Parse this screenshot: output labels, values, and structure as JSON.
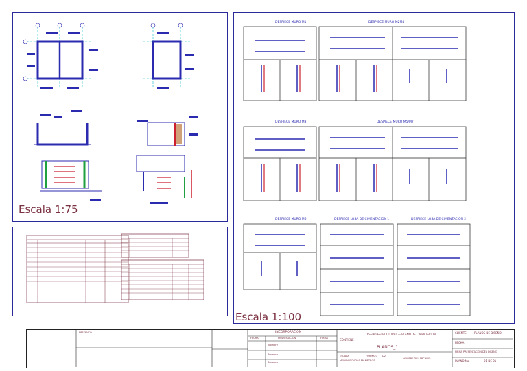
{
  "scales": {
    "left": "Escala 1:75",
    "right": "Escala 1:100"
  },
  "detail_titles": {
    "m1": "DESPIECE MURO M1",
    "m2m4": "DESPIECE MURO M2M4",
    "m3": "DESPIECE MURO M3",
    "m5m7": "DESPIECE MURO M5/M7",
    "m6": "DESPIECE MURO M6",
    "losa1": "DESPIECE LOSA DE CIMENTACION 1",
    "losa2": "DESPIECE LOSA DE CIMENTACION 2"
  },
  "title_block": {
    "incorporacion": "INCORPORACION",
    "col_fecha": "FECHA",
    "col_modificacion": "MODIFICACION",
    "col_firma": "FIRMA",
    "row_label": "Nombre",
    "contiene": "CONTIENE",
    "plan_title": "DISEÑO ESTRUCTURAL — PLANO DE CIMENTACION",
    "planos": "PLANOS_1",
    "escala": "ESCALA",
    "formato": "FORMATO",
    "formato_val": "D2",
    "medidas": "MEDIDAS DADAS EN METROS",
    "nombre_archivo": "NOMBRE DEL ARCHIVO",
    "cliente": "CLIENTE",
    "cliente_val": "PLANOS DE DISEÑO",
    "fecha": "FECHA",
    "firma": "FIRMA PRESENTACION DEL DISEÑO",
    "plano_no": "PLANO No.",
    "plano_no_val": "01 DE 01",
    "presento": "PRESENTO"
  },
  "colors": {
    "frame": "#2a2a9a",
    "ink": "#2b2bb0",
    "rebar": "#cc2030",
    "grid": "#00b8c8",
    "title_text": "#7a3040"
  }
}
